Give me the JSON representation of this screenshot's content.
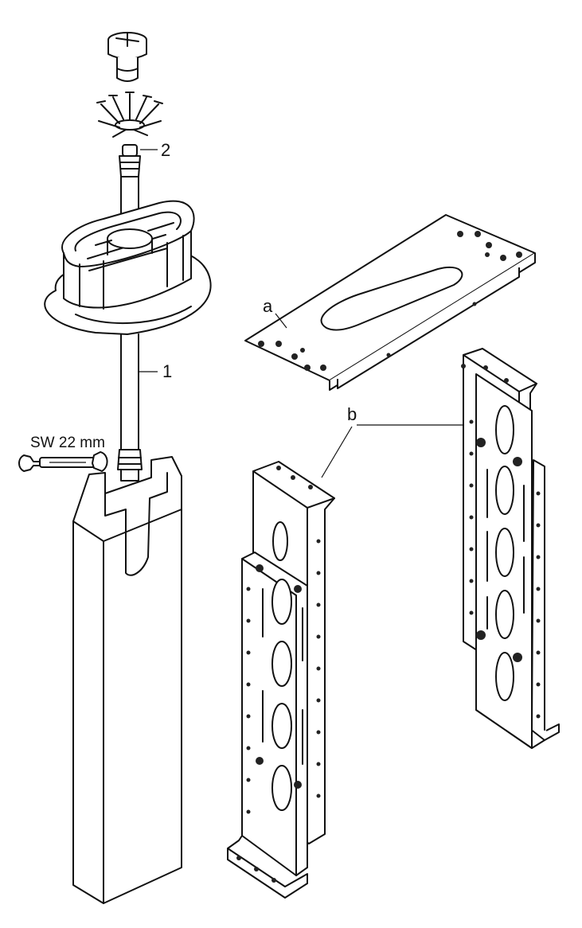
{
  "labels": {
    "part1": "1",
    "part2": "2",
    "part_a": "a",
    "part_b": "b",
    "wrench": "SW 22 mm"
  },
  "colors": {
    "line": "#111111",
    "background": "#ffffff"
  }
}
